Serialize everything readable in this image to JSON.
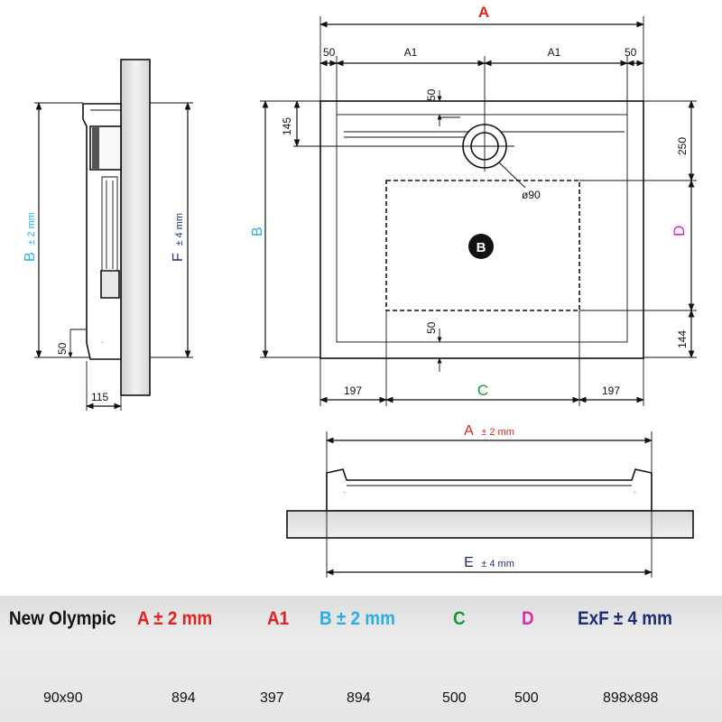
{
  "colors": {
    "A": "#e0231f",
    "A1": "#e0231f",
    "B": "#2aaee8",
    "C": "#1a9a3a",
    "D": "#e02ba7",
    "E": "#1e2c78",
    "F": "#1e2c78",
    "black": "#111111"
  },
  "side_view": {
    "B": "B",
    "B_tol": "± 2 mm",
    "F": "F",
    "F_tol": "± 4 mm",
    "d50": "50",
    "d115": "115"
  },
  "top_view": {
    "A": "A",
    "d50_left": "50",
    "A1_left": "A1",
    "A1_right": "A1",
    "d50_right": "50",
    "d50_drain": "50",
    "d145": "145",
    "B": "B",
    "d250": "250",
    "drain_dia": "ø90",
    "B_marker": "B",
    "D": "D",
    "d50_bottom": "50",
    "d144": "144",
    "d197_left": "197",
    "C": "C",
    "d197_right": "197"
  },
  "front_view": {
    "A": "A",
    "A_tol": "± 2 mm",
    "E": "E",
    "E_tol": "± 4 mm"
  },
  "table": {
    "headers": [
      {
        "text": "New Olympic",
        "color": "#111111"
      },
      {
        "text": "A  ± 2 mm",
        "color": "#e0231f"
      },
      {
        "text": "A1",
        "color": "#e0231f"
      },
      {
        "text": "B  ± 2 mm",
        "color": "#2aaee8"
      },
      {
        "text": "C",
        "color": "#1a9a3a"
      },
      {
        "text": "D",
        "color": "#e02ba7"
      },
      {
        "text": "ExF  ± 4 mm",
        "color": "#1e2c78"
      }
    ],
    "rows": [
      [
        "90x90",
        "894",
        "397",
        "894",
        "500",
        "500",
        "898x898"
      ]
    ]
  }
}
